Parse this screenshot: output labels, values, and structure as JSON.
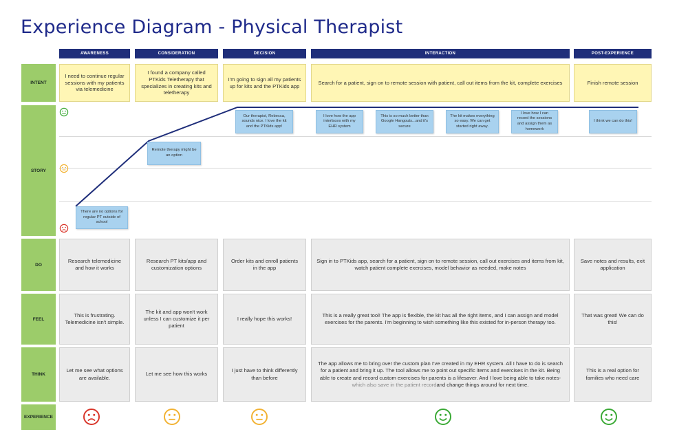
{
  "title": "Experience Diagram - Physical Therapist",
  "stages": [
    "AWARENESS",
    "CONSIDERATION",
    "DECISION",
    "INTERACTION",
    "POST-EXPERIENCE"
  ],
  "row_labels": {
    "intent": "INTENT",
    "story": "STORY",
    "do": "DO",
    "feel": "FEEL",
    "think": "THINK",
    "experience": "EXPERIENCE"
  },
  "intent": [
    "I need to continue regular sessions with my patients via telemedicine",
    "I found a company called PTKids Teletherapy that specializes in creating kits and teletherapy",
    "I'm going to sign all my patients up for kits and the PTKids app",
    "Search for a patient, sign on to remote session with patient, call out items from the kit, complete exercises",
    "Finish remote session"
  ],
  "story_levels": {
    "happy": "happy-face-icon",
    "neutral": "neutral-face-icon",
    "sad": "sad-face-icon",
    "colors": {
      "happy": "#3aa935",
      "neutral": "#f2b233",
      "sad": "#d9362b"
    }
  },
  "story_notes": [
    "There are no options for regular PT outside of school",
    "Remote therapy might be an option",
    "Our therapist, Rebecca, sounds nice. I love the kit and the PTKids app!",
    "I love how the app interfaces with my EHR system",
    "This is so much better than Google Hangouts...and it's secure",
    "The kit makes everything so easy. We can get started right away.",
    "I love how I can record the sessions and assign them as homework",
    "I think we can do this!"
  ],
  "do": [
    "Research telemedicine and how it works",
    "Research PT kits/app and customization options",
    "Order kits and enroll patients in the app",
    "Sign in to PTKids app, search for a patient, sign on to remote session, call out exercises and items from kit, watch patient complete exercises, model behavior as needed, make notes",
    "Save notes and results, exit application"
  ],
  "feel": [
    "This is frustrating. Telemedicine isn't simple.",
    "The kit and app won't work unless I can customize it per patient",
    "I really hope this works!",
    "This is a really great tool! The app is flexible, the kit has all the right items, and I can assign and model exercises for the parents. I'm beginning to wish something like this existed for in-person therapy too.",
    "That was great! We can do this!"
  ],
  "think": [
    "Let me see what options are available.",
    "Let me see how this works",
    "I just have to think differently than before",
    "The app allows me to bring over the custom plan I've created in my EHR system. All I have to do is search for a patient and bring it up. The tool allows me to point out specific items and exercises in the kit. Being able to create and record custom exercises for parents is a lifesaver. And I love being able to take notes-",
    "This is a real option for families who need care"
  ],
  "think_interaction_tail_soft": "which also save in the patient record",
  "think_interaction_tail": "and change things around for next time.",
  "experience": [
    "sad-face-icon",
    "neutral-face-icon",
    "neutral-face-icon",
    "happy-face-icon",
    "happy-face-icon"
  ],
  "colors": {
    "stage_bar": "#1f2e7a",
    "row_label": "#9ccc6a",
    "intent": "#fff6b5",
    "sticky": "#a9d2ef",
    "cell": "#ebebeb",
    "line": "#1f2e7a"
  }
}
